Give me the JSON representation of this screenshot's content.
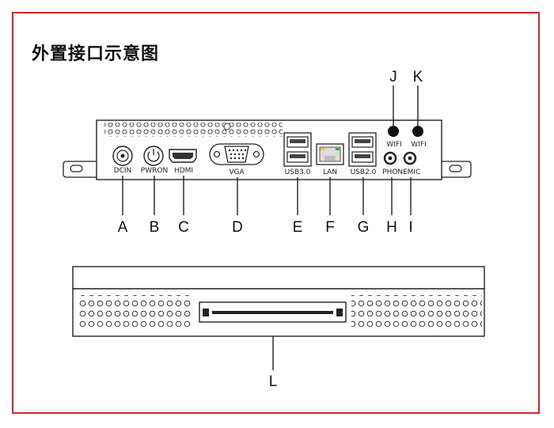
{
  "title": "外置接口示意图",
  "colors": {
    "frame": "#d9262b",
    "line": "#222222"
  },
  "top_panel": {
    "ports": [
      {
        "id": "dcin",
        "label": "DCIN",
        "letter": "A",
        "icon": "dc-jack-icon"
      },
      {
        "id": "pwron",
        "label": "PWRON",
        "letter": "B",
        "icon": "power-button-icon"
      },
      {
        "id": "hdmi",
        "label": "HDMI",
        "letter": "C",
        "icon": "hdmi-port-icon"
      },
      {
        "id": "vga",
        "label": "VGA",
        "letter": "D",
        "icon": "vga-port-icon"
      },
      {
        "id": "usb3",
        "label": "USB3.0",
        "letter": "E",
        "icon": "usb-port-icon"
      },
      {
        "id": "lan",
        "label": "LAN",
        "letter": "F",
        "icon": "rj45-port-icon"
      },
      {
        "id": "usb2",
        "label": "USB2.0",
        "letter": "G",
        "icon": "usb-port-icon"
      },
      {
        "id": "phone",
        "label": "PHONE",
        "letter": "H",
        "icon": "audio-jack-icon"
      },
      {
        "id": "mic",
        "label": "MIC",
        "letter": "I",
        "icon": "audio-jack-icon"
      },
      {
        "id": "wifi1",
        "label": "WIFI",
        "letter": "J",
        "icon": "antenna-icon"
      },
      {
        "id": "wifi2",
        "label": "WIFI",
        "letter": "K",
        "icon": "antenna-icon"
      }
    ]
  },
  "bottom_panel": {
    "letter": "L",
    "icon": "edge-connector-icon"
  }
}
